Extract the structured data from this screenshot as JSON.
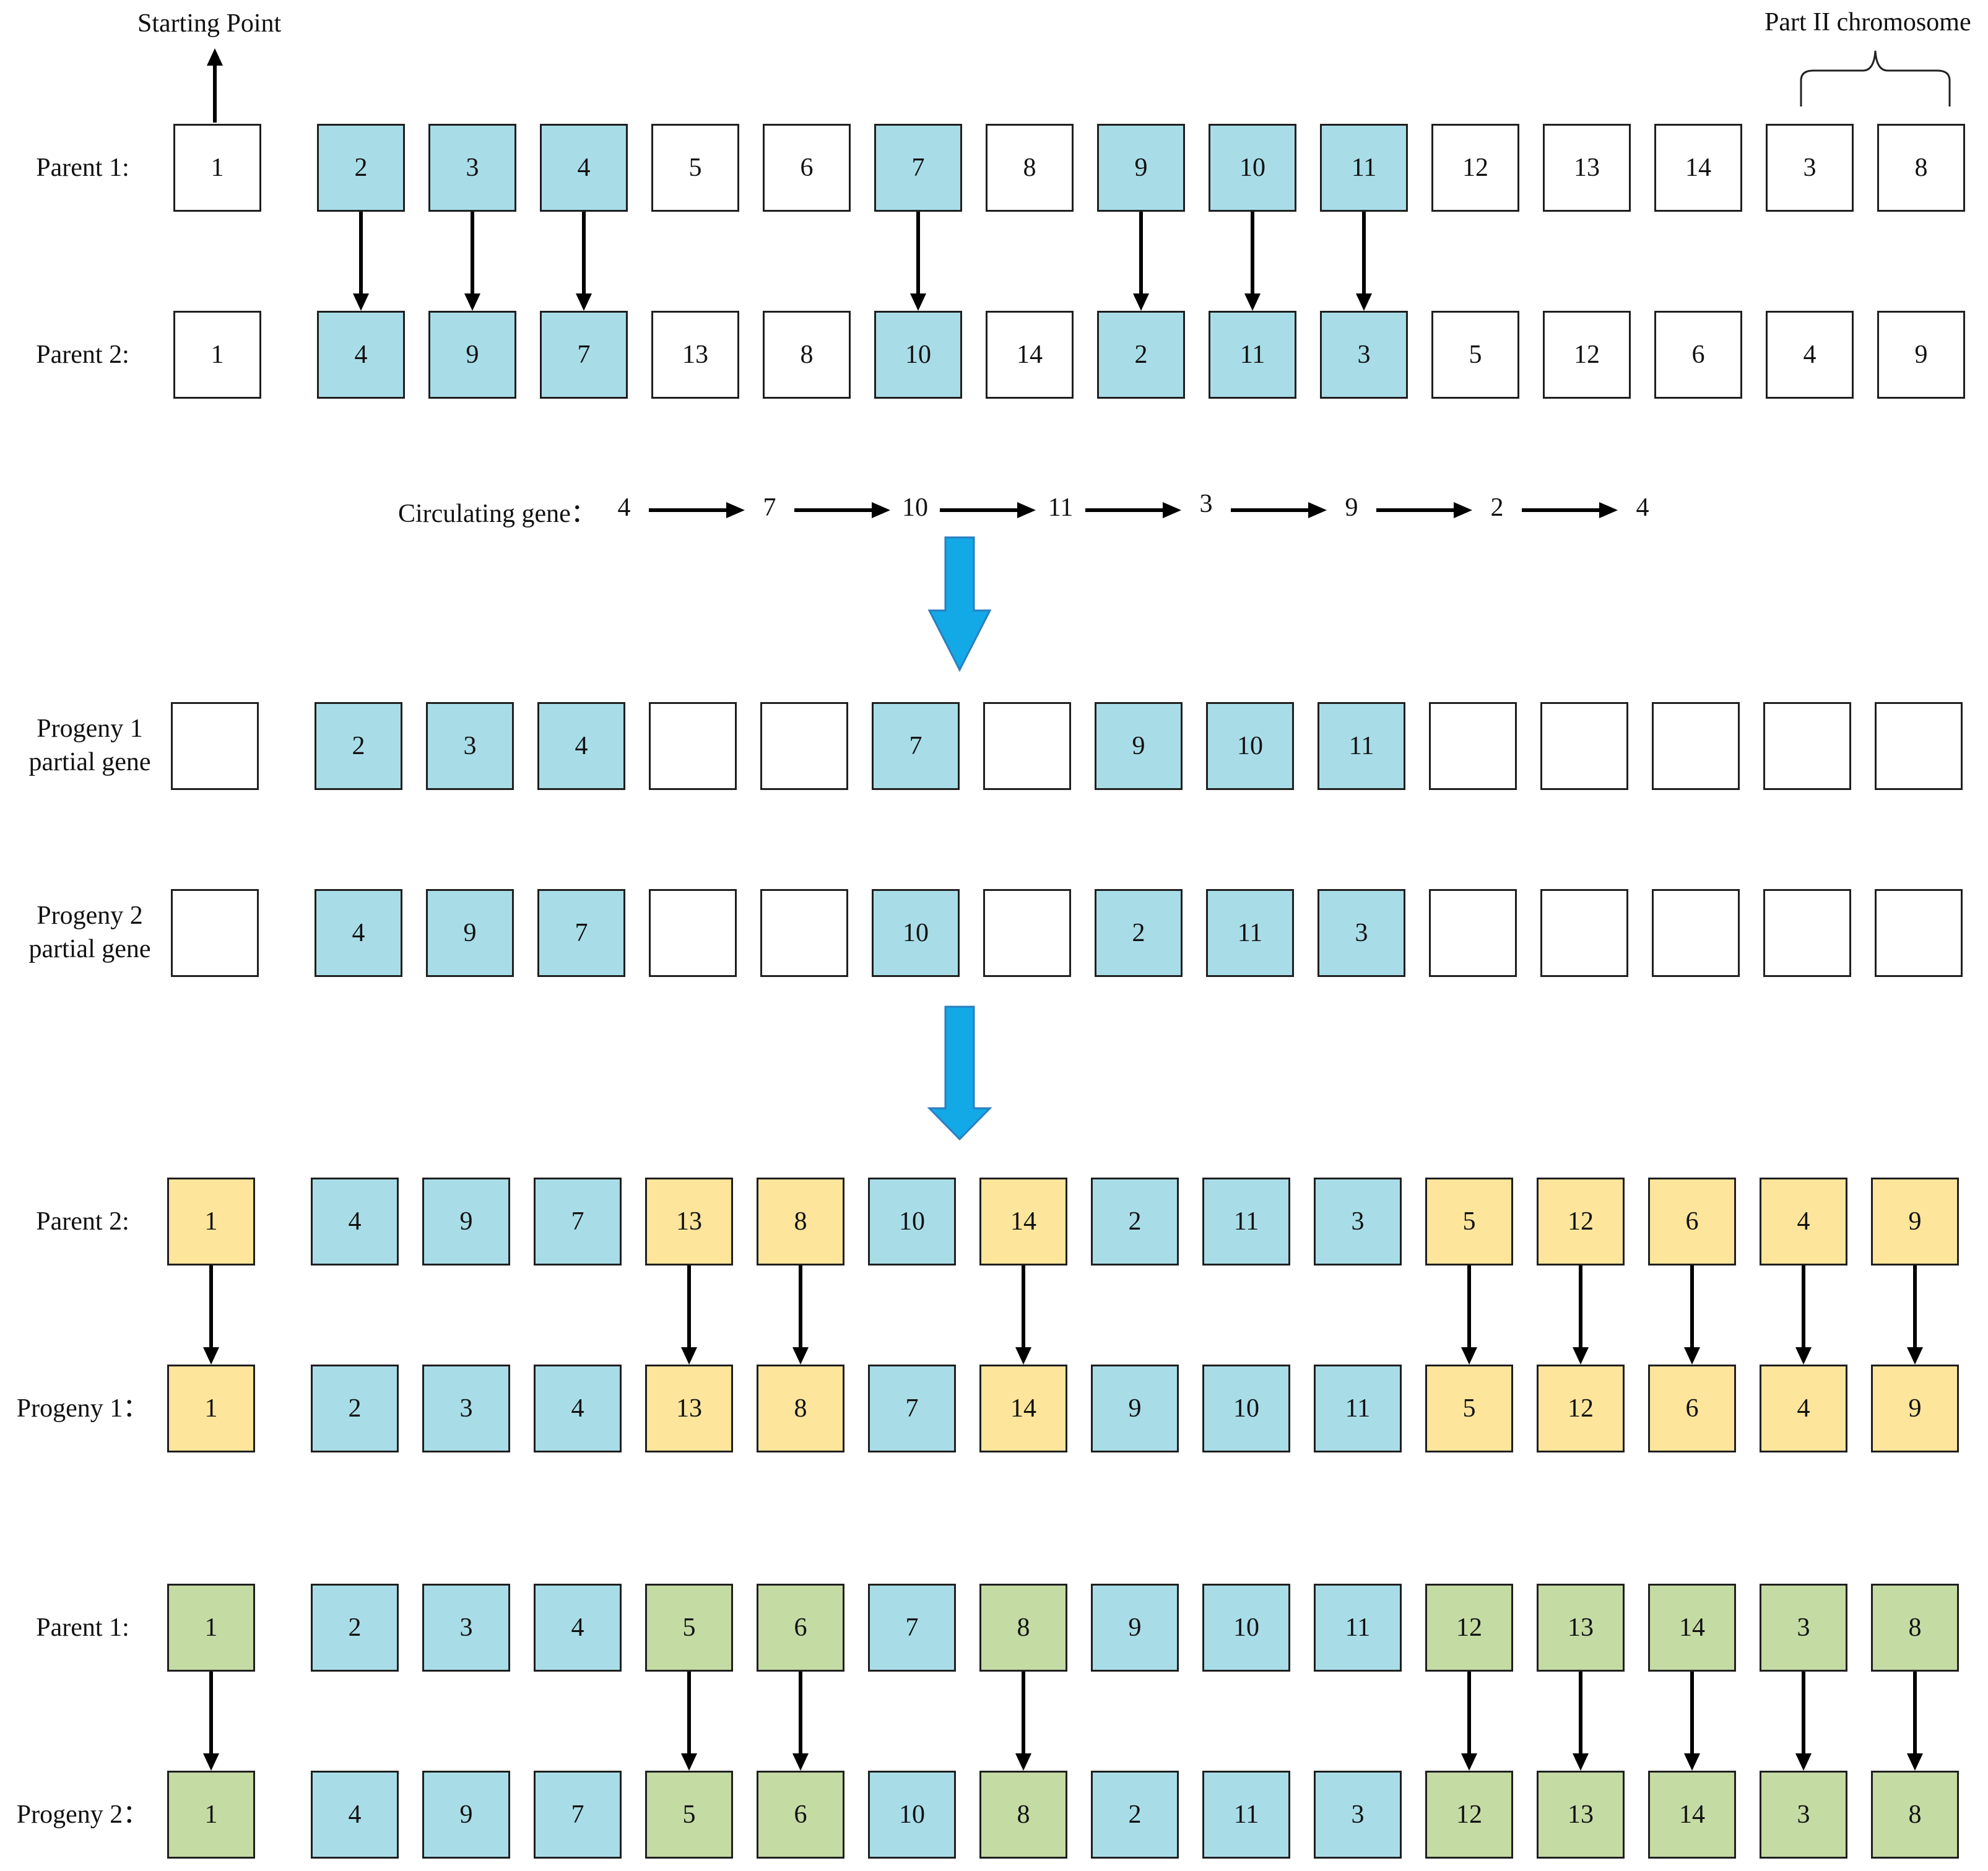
{
  "colors": {
    "blue": "#a8dde8",
    "yellow": "#fde59b",
    "green": "#c4dba4",
    "white": "#ffffff",
    "big_arrow": "#12a9e6",
    "big_arrow_border": "#2a7fc0"
  },
  "annotations": {
    "starting_point": "Starting Point",
    "part2": "Part II chromosome"
  },
  "cycle": {
    "label": "Circulating gene：",
    "sequence": [
      "4",
      "7",
      "10",
      "11",
      "3",
      "9",
      "2",
      "4"
    ]
  },
  "rows": [
    {
      "label": "Parent 1:",
      "values": [
        "1",
        "2",
        "3",
        "4",
        "5",
        "6",
        "7",
        "8",
        "9",
        "10",
        "11",
        "12",
        "13",
        "14",
        "3",
        "8"
      ],
      "fills": [
        "white",
        "blue",
        "blue",
        "blue",
        "white",
        "white",
        "blue",
        "white",
        "blue",
        "blue",
        "blue",
        "white",
        "white",
        "white",
        "white",
        "white"
      ]
    },
    {
      "label": "Parent 2:",
      "values": [
        "1",
        "4",
        "9",
        "7",
        "13",
        "8",
        "10",
        "14",
        "2",
        "11",
        "3",
        "5",
        "12",
        "6",
        "4",
        "9"
      ],
      "fills": [
        "white",
        "blue",
        "blue",
        "blue",
        "white",
        "white",
        "blue",
        "white",
        "blue",
        "blue",
        "blue",
        "white",
        "white",
        "white",
        "white",
        "white"
      ]
    },
    {
      "label": "Progeny 1 partial gene",
      "values": [
        "",
        "2",
        "3",
        "4",
        "",
        "",
        "7",
        "",
        "9",
        "10",
        "11",
        "",
        "",
        "",
        "",
        ""
      ],
      "fills": [
        "white",
        "blue",
        "blue",
        "blue",
        "white",
        "white",
        "blue",
        "white",
        "blue",
        "blue",
        "blue",
        "white",
        "white",
        "white",
        "white",
        "white"
      ]
    },
    {
      "label": "Progeny 2 partial gene",
      "values": [
        "",
        "4",
        "9",
        "7",
        "",
        "",
        "10",
        "",
        "2",
        "11",
        "3",
        "",
        "",
        "",
        "",
        ""
      ],
      "fills": [
        "white",
        "blue",
        "blue",
        "blue",
        "white",
        "white",
        "blue",
        "white",
        "blue",
        "blue",
        "blue",
        "white",
        "white",
        "white",
        "white",
        "white"
      ]
    },
    {
      "label": "Parent 2:",
      "values": [
        "1",
        "4",
        "9",
        "7",
        "13",
        "8",
        "10",
        "14",
        "2",
        "11",
        "3",
        "5",
        "12",
        "6",
        "4",
        "9"
      ],
      "fills": [
        "yellow",
        "blue",
        "blue",
        "blue",
        "yellow",
        "yellow",
        "blue",
        "yellow",
        "blue",
        "blue",
        "blue",
        "yellow",
        "yellow",
        "yellow",
        "yellow",
        "yellow"
      ]
    },
    {
      "label": "Progeny 1：",
      "values": [
        "1",
        "2",
        "3",
        "4",
        "13",
        "8",
        "7",
        "14",
        "9",
        "10",
        "11",
        "5",
        "12",
        "6",
        "4",
        "9"
      ],
      "fills": [
        "yellow",
        "blue",
        "blue",
        "blue",
        "yellow",
        "yellow",
        "blue",
        "yellow",
        "blue",
        "blue",
        "blue",
        "yellow",
        "yellow",
        "yellow",
        "yellow",
        "yellow"
      ]
    },
    {
      "label": "Parent 1:",
      "values": [
        "1",
        "2",
        "3",
        "4",
        "5",
        "6",
        "7",
        "8",
        "9",
        "10",
        "11",
        "12",
        "13",
        "14",
        "3",
        "8"
      ],
      "fills": [
        "green",
        "blue",
        "blue",
        "blue",
        "green",
        "green",
        "blue",
        "green",
        "blue",
        "blue",
        "blue",
        "green",
        "green",
        "green",
        "green",
        "green"
      ]
    },
    {
      "label": "Progeny 2：",
      "values": [
        "1",
        "4",
        "9",
        "7",
        "5",
        "6",
        "10",
        "8",
        "2",
        "11",
        "3",
        "12",
        "13",
        "14",
        "3",
        "8"
      ],
      "fills": [
        "green",
        "blue",
        "blue",
        "blue",
        "green",
        "green",
        "blue",
        "green",
        "blue",
        "blue",
        "blue",
        "green",
        "green",
        "green",
        "green",
        "green"
      ]
    }
  ],
  "links": [
    {
      "from_row": 0,
      "to_row": 1,
      "columns": [
        1,
        2,
        3,
        6,
        8,
        9,
        10
      ]
    },
    {
      "from_row": 4,
      "to_row": 5,
      "columns": [
        0,
        4,
        5,
        7,
        11,
        12,
        13,
        14,
        15
      ]
    },
    {
      "from_row": 6,
      "to_row": 7,
      "columns": [
        0,
        4,
        5,
        7,
        11,
        12,
        13,
        14,
        15
      ]
    }
  ]
}
